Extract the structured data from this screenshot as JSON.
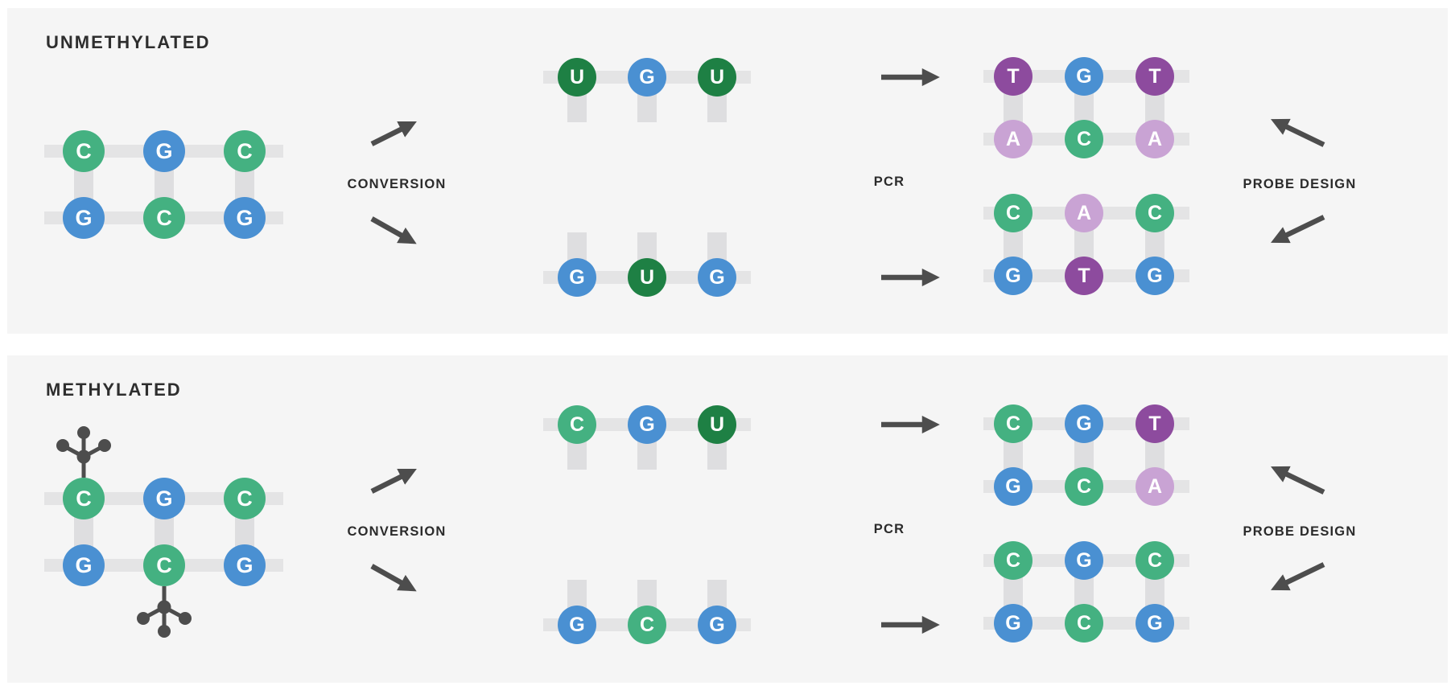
{
  "colors": {
    "panel_bg": "#f5f5f5",
    "strand_gray": "#e4e4e5",
    "connector_gray": "#dedee0",
    "arrow": "#4d4d4d",
    "methyl": "#4d4d4d",
    "label_text": "#2b2b2b",
    "bases": {
      "C": "#44b181",
      "G": "#4a90d2",
      "U": "#1e8044",
      "T": "#8d4b9e",
      "A": "#c9a3d4"
    }
  },
  "labels": {
    "conversion": "CONVERSION",
    "pcr": "PCR",
    "probe_design": "PROBE DESIGN"
  },
  "panels": [
    {
      "title": "UNMETHYLATED",
      "source_duplex": {
        "top": [
          "C",
          "G",
          "C"
        ],
        "bottom": [
          "G",
          "C",
          "G"
        ],
        "methyl_top": [],
        "methyl_bottom": []
      },
      "converted_strands": {
        "top": [
          "U",
          "G",
          "U"
        ],
        "bottom": [
          "G",
          "U",
          "G"
        ]
      },
      "pcr_duplexes": [
        {
          "top": [
            "T",
            "G",
            "T"
          ],
          "bottom": [
            "A",
            "C",
            "A"
          ]
        },
        {
          "top": [
            "C",
            "A",
            "C"
          ],
          "bottom": [
            "G",
            "T",
            "G"
          ]
        }
      ]
    },
    {
      "title": "METHYLATED",
      "source_duplex": {
        "top": [
          "C",
          "G",
          "C"
        ],
        "bottom": [
          "G",
          "C",
          "G"
        ],
        "methyl_top": [
          0
        ],
        "methyl_bottom": [
          1
        ]
      },
      "converted_strands": {
        "top": [
          "C",
          "G",
          "U"
        ],
        "bottom": [
          "G",
          "C",
          "G"
        ]
      },
      "pcr_duplexes": [
        {
          "top": [
            "C",
            "G",
            "T"
          ],
          "bottom": [
            "G",
            "C",
            "A"
          ]
        },
        {
          "top": [
            "C",
            "G",
            "C"
          ],
          "bottom": [
            "G",
            "C",
            "G"
          ]
        }
      ]
    }
  ]
}
